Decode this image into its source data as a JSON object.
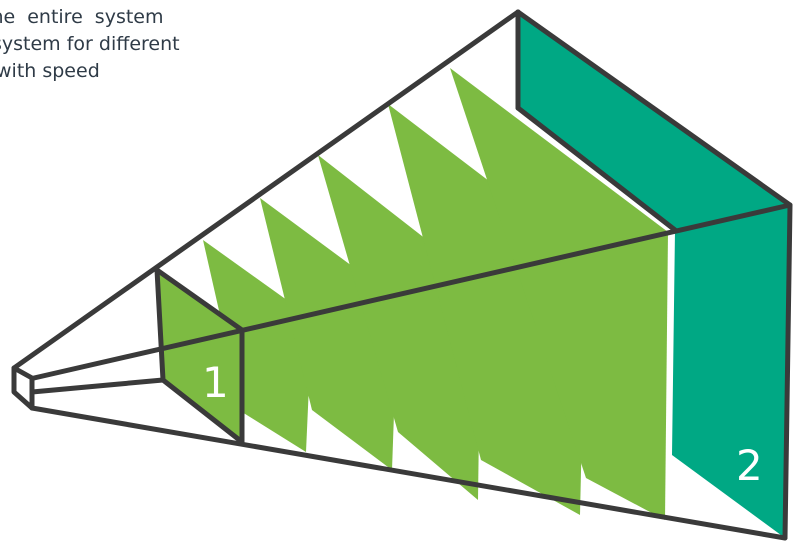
{
  "caption": {
    "line1": "the entire system",
    "line2": "system for different",
    "line3": "with speed"
  },
  "labels": {
    "first": "1",
    "last": "2"
  },
  "colors": {
    "outline": "#3a3a3a",
    "frame_fill": "#ffffff",
    "pane_green": "#7dbb42",
    "last_pane_teal": "#00a884",
    "label_text": "#ffffff",
    "caption_text": "#2f3b47"
  },
  "diagram": {
    "intermediate_pane_count": 7
  }
}
